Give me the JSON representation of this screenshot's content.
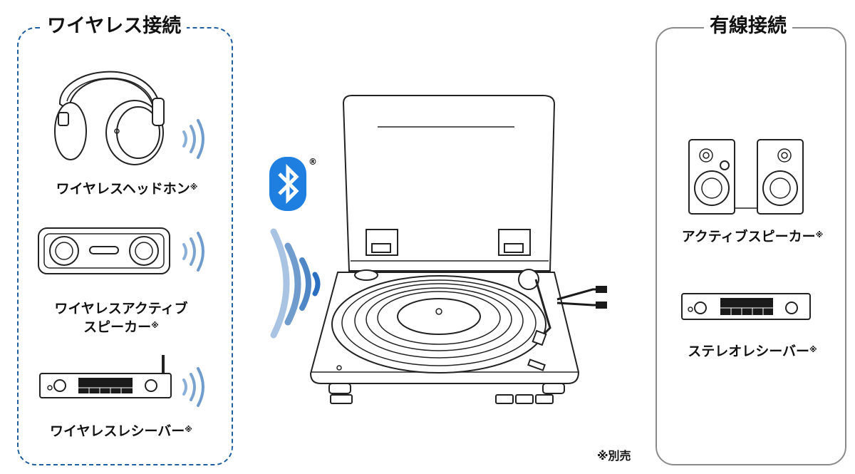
{
  "wireless": {
    "title": "ワイヤレス接続",
    "items": [
      {
        "label": "ワイヤレスヘッドホン",
        "mark": "※"
      },
      {
        "label_line1": "ワイヤレスアクティブ",
        "label_line2": "スピーカー",
        "mark": "※"
      },
      {
        "label": "ワイヤレスレシーバー",
        "mark": "※"
      }
    ]
  },
  "wired": {
    "title": "有線接続",
    "items": [
      {
        "label": "アクティブスピーカー",
        "mark": "※"
      },
      {
        "label": "ステレオレシーバー",
        "mark": "※"
      }
    ]
  },
  "bluetooth": {
    "registered": "®"
  },
  "footnote": "※別売",
  "colors": {
    "wireless_frame": "#1f5fa0",
    "wired_frame": "#8a8a8a",
    "bluetooth": "#1e7fe0",
    "wave": "#6f9ccc"
  }
}
